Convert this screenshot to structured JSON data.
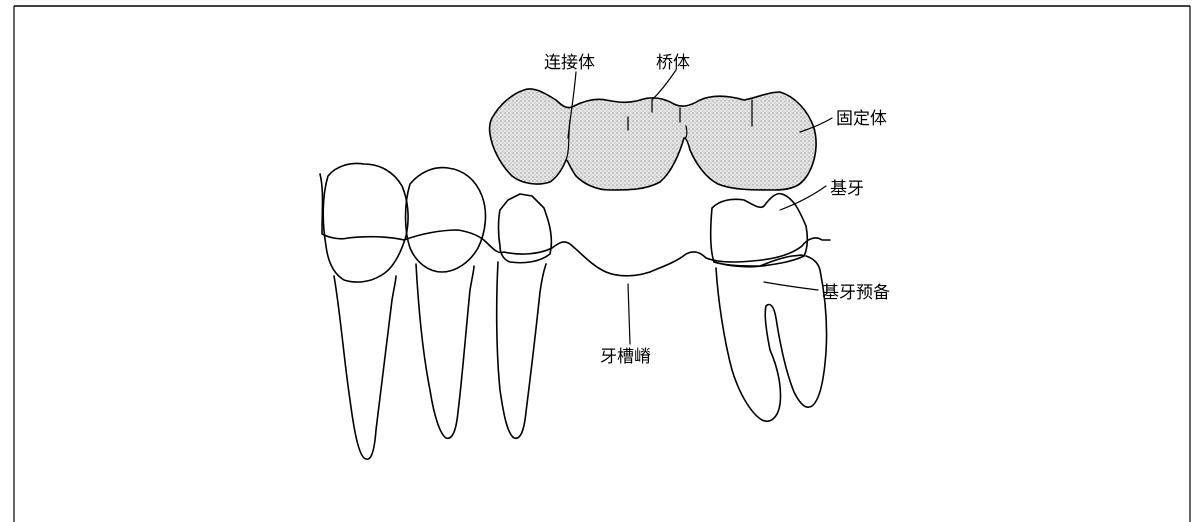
{
  "labels": {
    "connector": "连接体",
    "pontic": "桥体",
    "retainer": "固定体",
    "abutment": "基牙",
    "abutment_prep": "基牙预备",
    "alveolar_ridge": "牙槽嵴"
  },
  "colors": {
    "ink": "#000000",
    "bridge_fill": "#d9d9d9",
    "background": "#ffffff"
  }
}
